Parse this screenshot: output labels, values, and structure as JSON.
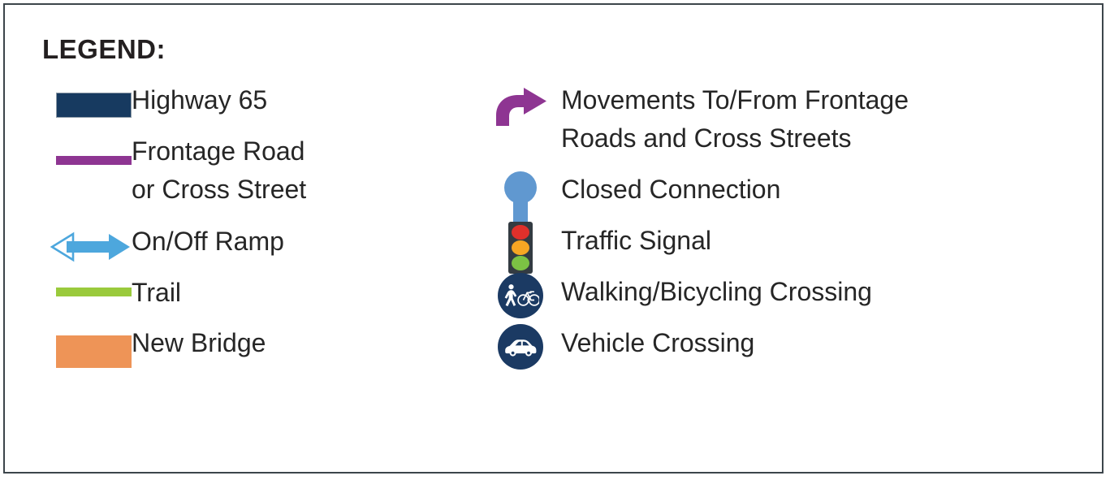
{
  "title": "LEGEND:",
  "frame": {
    "border_color": "#3c454b",
    "background": "#ffffff"
  },
  "colors": {
    "highway": "#173a60",
    "frontage": "#8e3592",
    "ramp": "#4da7dd",
    "trail": "#9aca3c",
    "bridge": "#ee9457",
    "movement_arrow": "#8e3592",
    "closed_connection": "#6098d0",
    "signal_housing": "#333b42",
    "signal_red": "#e0302b",
    "signal_amber": "#f6a623",
    "signal_green": "#7cc244",
    "crossing_circle": "#1b3a63",
    "text": "#262626",
    "title_text": "#231f20"
  },
  "left_column": [
    {
      "symbol": "highway-swatch",
      "label": "Highway 65"
    },
    {
      "symbol": "frontage-swatch",
      "label": "Frontage Road\nor Cross Street"
    },
    {
      "symbol": "ramp-arrow",
      "label": "On/Off Ramp"
    },
    {
      "symbol": "trail-swatch",
      "label": "Trail"
    },
    {
      "symbol": "bridge-swatch",
      "label": "New Bridge"
    }
  ],
  "right_column": [
    {
      "symbol": "movement-arrow-icon",
      "label": "Movements To/From Frontage\nRoads and Cross Streets"
    },
    {
      "symbol": "closed-connection-icon",
      "label": "Closed Connection"
    },
    {
      "symbol": "traffic-signal-icon",
      "label": "Traffic Signal"
    },
    {
      "symbol": "walk-bike-crossing-icon",
      "label": "Walking/Bicycling Crossing"
    },
    {
      "symbol": "vehicle-crossing-icon",
      "label": "Vehicle Crossing"
    }
  ]
}
